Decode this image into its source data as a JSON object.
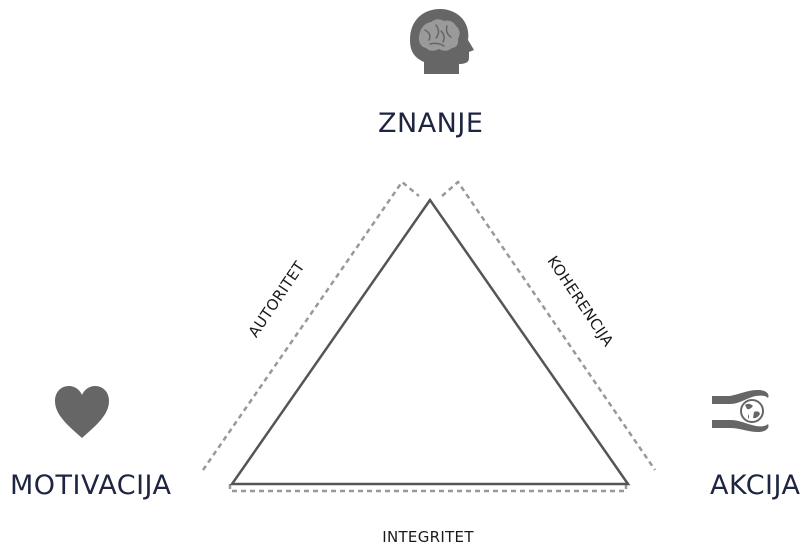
{
  "nodes": {
    "top": {
      "label": "ZNANJE",
      "icon": "brain-head-icon"
    },
    "left": {
      "label": "MOTIVACIJA",
      "icon": "heart-icon"
    },
    "right": {
      "label": "AKCIJA",
      "icon": "hands-globe-icon"
    }
  },
  "edges": {
    "left": {
      "label": "AUTORITET"
    },
    "right": {
      "label": "KOHERENCIJA"
    },
    "bottom": {
      "label": "INTEGRITET"
    }
  },
  "colors": {
    "label_text": "#1e2540",
    "triangle_stroke": "#555555",
    "dashed_stroke": "#999999",
    "icon_fill": "#666666"
  }
}
